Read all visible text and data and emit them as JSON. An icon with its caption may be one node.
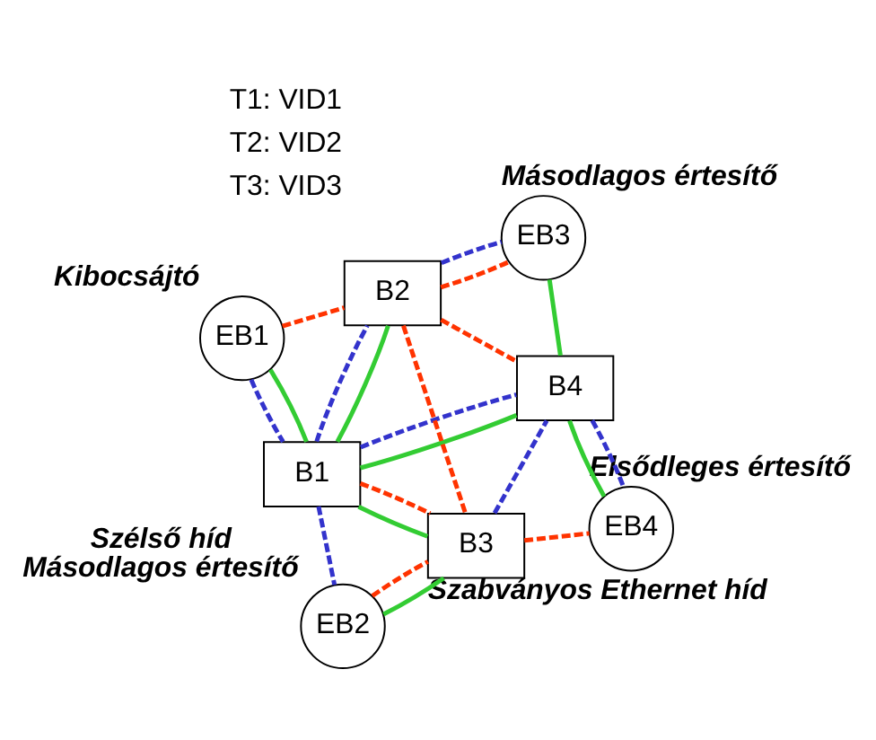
{
  "diagram": {
    "nodes": [
      {
        "text": [
          "EB1"
        ],
        "beside": [
          "Kibocsájtó"
        ]
      },
      {
        "text": [
          "B1"
        ]
      },
      {
        "text": [
          "B2"
        ]
      },
      {
        "text": [
          "EB2"
        ],
        "beside": [
          "Szélső híd",
          "Másodlagos értesítő"
        ]
      },
      {
        "text": [
          "EB3"
        ],
        "beside": [
          "Másodlagos értesítő"
        ]
      },
      {
        "text": [
          "B3"
        ],
        "beside": [
          "Szabványos Ethernet híd"
        ]
      },
      {
        "text": [
          "B4"
        ]
      },
      {
        "text": [
          "EB4"
        ],
        "beside": [
          "Elsődleges értesítő"
        ]
      }
    ],
    "edges": [
      {
        "from": 0,
        "to": 1,
        "arrow": "none",
        "color": "#33cc33"
      },
      {
        "from": 0,
        "to": 1,
        "arrow": "none",
        "style": "dashed",
        "color": "#3333cc"
      },
      {
        "from": 0,
        "to": 2,
        "arrow": "none",
        "style": "dashed",
        "color": "#ff3300"
      },
      {
        "from": 1,
        "to": 2,
        "arrow": "none",
        "style": "dashed",
        "color": "#3333cc"
      },
      {
        "from": 1,
        "to": 2,
        "arrow": "none",
        "color": "#33cc33"
      },
      {
        "from": 1,
        "to": 3,
        "arrow": "none",
        "style": "dashed",
        "color": "#3333cc"
      },
      {
        "from": 1,
        "to": 5,
        "arrow": "none",
        "style": "dashed",
        "color": "#ff3300"
      },
      {
        "from": 1,
        "to": 5,
        "arrow": "none",
        "color": "#33cc33"
      },
      {
        "from": 1,
        "to": 6,
        "arrow": "none",
        "style": "dashed",
        "color": "#3333cc"
      },
      {
        "from": 1,
        "to": 6,
        "arrow": "none",
        "color": "#33cc33"
      },
      {
        "from": 2,
        "to": 5,
        "arrow": "none",
        "style": "dashed",
        "color": "#ff3300"
      },
      {
        "from": 2,
        "to": 6,
        "arrow": "none",
        "style": "dashed",
        "color": "#ff3300"
      },
      {
        "from": 2,
        "to": 4,
        "arrow": "none",
        "style": "dashed",
        "color": "#3333cc"
      },
      {
        "from": 2,
        "to": 4,
        "arrow": "none",
        "style": "dashed",
        "color": "#ff3300"
      },
      {
        "from": 3,
        "to": 5,
        "arrow": "none",
        "style": "dashed",
        "color": "#ff3300"
      },
      {
        "from": 3,
        "to": 5,
        "arrow": "none",
        "color": "#33cc33"
      },
      {
        "from": 5,
        "to": 6,
        "arrow": "none",
        "style": "dashed",
        "color": "#3333cc"
      },
      {
        "from": 5,
        "to": 7,
        "arrow": "none",
        "style": "dashed",
        "color": "#ff3300"
      },
      {
        "from": 4,
        "to": 6,
        "arrow": "none",
        "color": "#33cc33"
      },
      {
        "from": 6,
        "to": 7,
        "arrow": "none",
        "style": "dashed",
        "color": "#3333cc"
      },
      {
        "from": 6,
        "to": 7,
        "arrow": "none",
        "color": "#33cc33"
      }
    ],
    "legend": [
      {
        "text": "T1: VID1"
      },
      {
        "text": "T2: VID2"
      },
      {
        "text": "T3: VID3"
      }
    ]
  }
}
